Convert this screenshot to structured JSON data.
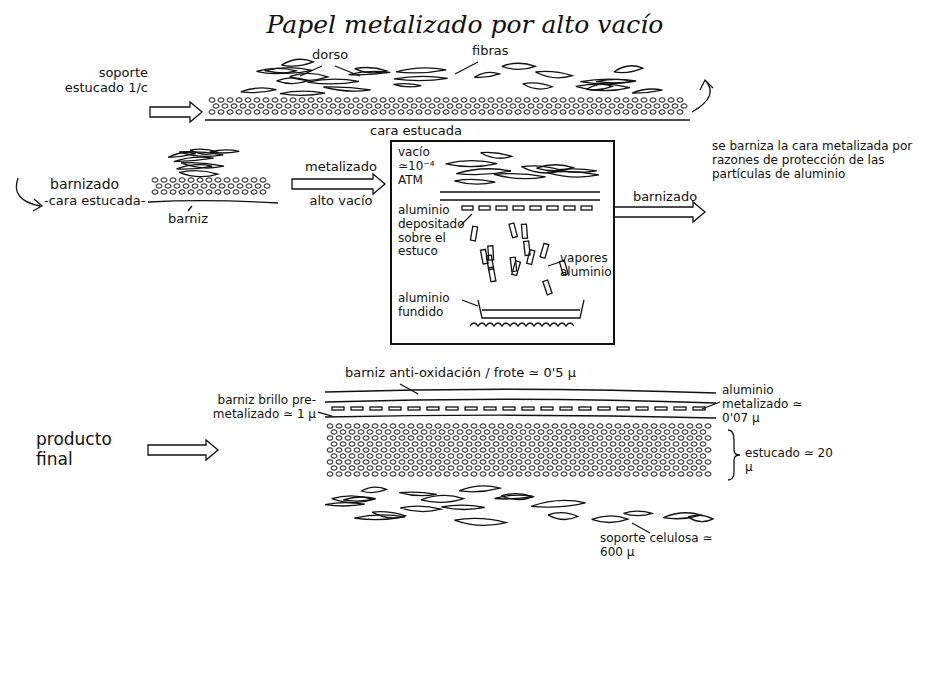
{
  "diagram": {
    "title": "Papel metalizado por alto vacío",
    "nodes": [
      {
        "text": [
          "vacío ≃10⁻⁴ ATM",
          "aluminio depositado sobre el estuco",
          "vapores aluminio",
          "aluminio fundido"
        ]
      }
    ],
    "labels": [
      "dorso",
      "fibras",
      "soporte estucado 1/c",
      "cara estucada",
      "barnizado",
      "-cara estucada-",
      "barniz",
      "metalizado",
      "alto vacío",
      "barnizado",
      "se barniza la cara metalizada por razones de protección de las partículas de aluminio",
      "barniz anti-oxidación / frote ≃ 0'5 µ",
      "barniz brillo pre-metalizado ≃ 1 µ",
      "aluminio metalizado ≃ 0'07 µ",
      "estucado ≃ 20 µ",
      "soporte celulosa ≃ 600 µ",
      "producto final"
    ]
  }
}
